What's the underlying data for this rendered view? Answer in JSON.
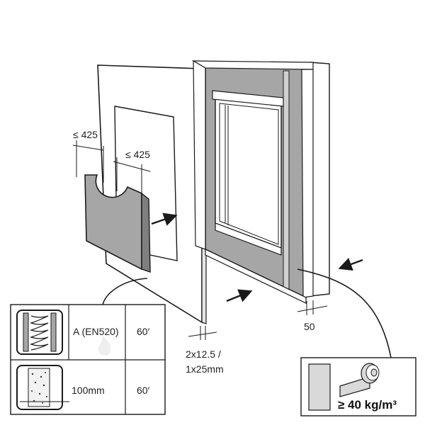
{
  "dimensions": {
    "cutout_width_1": "≤ 425",
    "cutout_width_2": "≤ 425",
    "board_thickness_line1": "2x12.5 /",
    "board_thickness_line2": "1x25mm",
    "frame_gap": "50"
  },
  "table": {
    "row1": {
      "rating": "A (EN520)",
      "time": "60′"
    },
    "row2": {
      "thickness": "100mm",
      "time": "60′"
    }
  },
  "insulation": {
    "density": "≥ 40 kg/m³"
  },
  "colors": {
    "grey_fill": "#a6a6a6",
    "light_grey": "#d9d9d9",
    "line": "#1a1a1a"
  }
}
